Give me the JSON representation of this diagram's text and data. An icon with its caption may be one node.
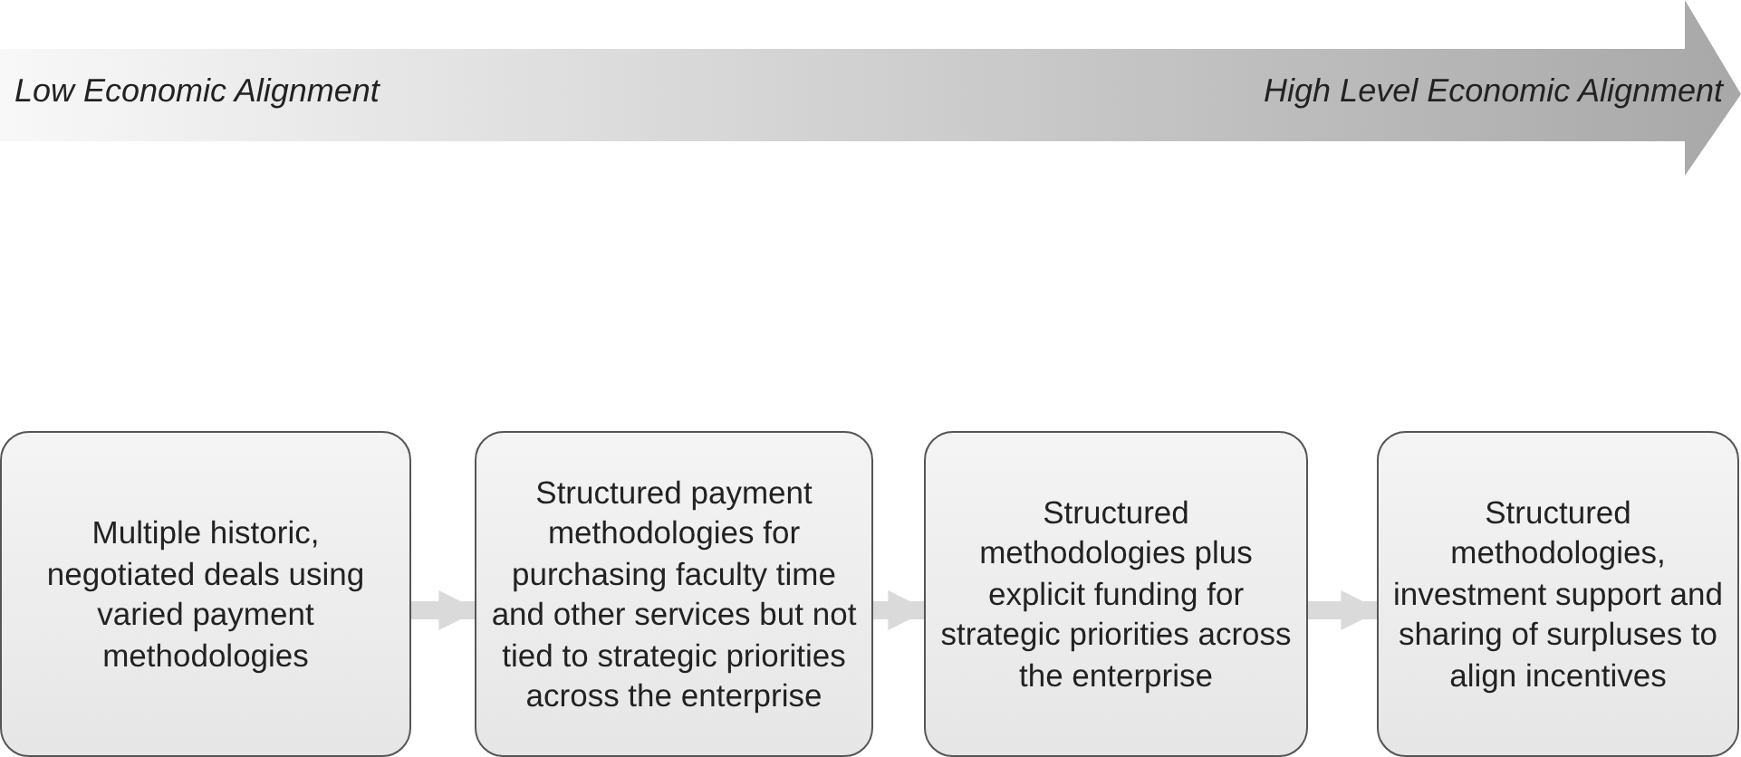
{
  "diagram": {
    "nodes": [
      {
        "text": [
          "Multiple historic, negotiated deals using varied payment methodologies"
        ]
      },
      {
        "text": [
          "Structured payment methodologies for purchasing faculty time and other services but not tied to strategic priorities across the enterprise"
        ]
      },
      {
        "text": [
          "Structured methodologies plus explicit funding for strategic priorities across the enterprise"
        ]
      },
      {
        "text": [
          "Structured methodologies, investment support and sharing of surpluses to align incentives"
        ]
      }
    ],
    "edges": [
      {
        "from": 0,
        "to": 1,
        "arrow": "to"
      },
      {
        "from": 1,
        "to": 2,
        "arrow": "to"
      },
      {
        "from": 2,
        "to": 3,
        "arrow": "to"
      }
    ],
    "labels": [
      "Low Economic Alignment",
      "High Level Economic Alignment"
    ]
  }
}
